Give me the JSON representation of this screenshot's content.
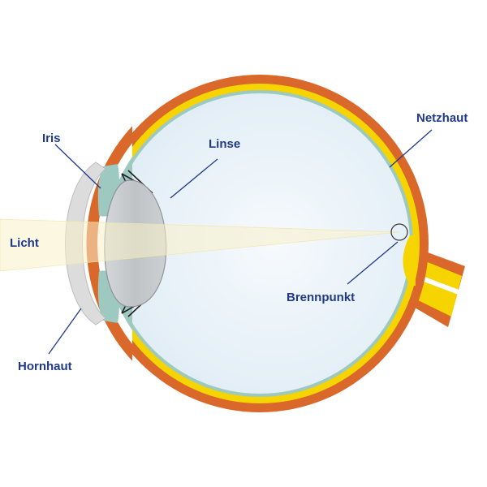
{
  "labels": {
    "iris": "Iris",
    "linse": "Linse",
    "netzhaut": "Netzhaut",
    "licht": "Licht",
    "brennpunkt": "Brennpunkt",
    "hornhaut": "Hornhaut"
  },
  "colors": {
    "label_text": "#1f3a8a",
    "sclera": "#d9682a",
    "retina": "#f5d400",
    "choroid": "#9dc9c1",
    "vitreous": "#e9f2f8",
    "lens": "#c6cacd",
    "cornea": "#dcdcdc",
    "light_beam": "#f7f1c8"
  }
}
